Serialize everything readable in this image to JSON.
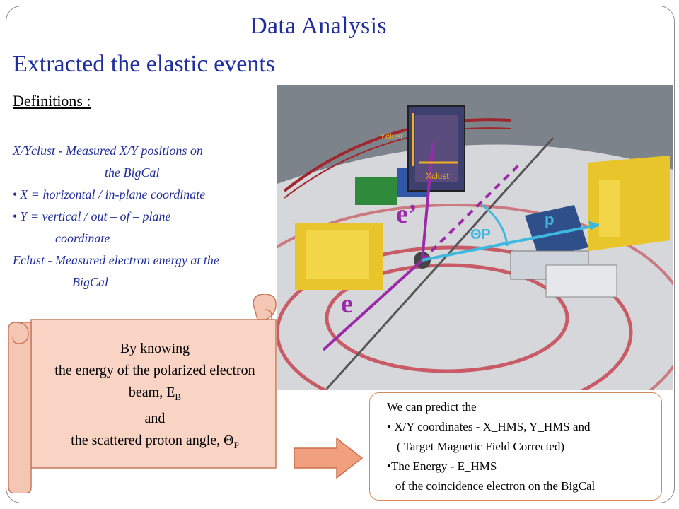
{
  "slide": {
    "title": "Data Analysis",
    "subtitle": "Extracted the elastic events"
  },
  "definitions": {
    "heading": "Definitions :",
    "items": [
      "X/Yclust   -   Measured X/Y positions  on",
      "the BigCal",
      "X = horizontal / in-plane coordinate",
      "Y = vertical  / out – of – plane",
      "coordinate",
      "Eclust  -   Measured electron energy at the",
      "BigCal"
    ]
  },
  "photo": {
    "labels": {
      "yclust": "Yclust",
      "xclust": "Xclust",
      "e_prime": "e’",
      "e": "e",
      "p": "p",
      "theta_p": "ΘP"
    },
    "colors": {
      "electron": "#9b2aa8",
      "proton": "#3fb8e0",
      "clust": "#f0b020"
    }
  },
  "callout": {
    "line1": "By knowing",
    "line2": "the energy of the polarized electron",
    "line3_pre": "beam, E",
    "line3_sub": "B",
    "line4": "and",
    "line5_pre": "the scattered proton angle, Θ",
    "line5_sub": "P"
  },
  "predict": {
    "line1": "We can predict the",
    "line2": "• X/Y coordinates  - X_HMS, Y_HMS and",
    "line3": "( Target Magnetic Field Corrected)",
    "line4": "•The Energy  - E_HMS",
    "line5": "of the coincidence electron on the BigCal"
  }
}
